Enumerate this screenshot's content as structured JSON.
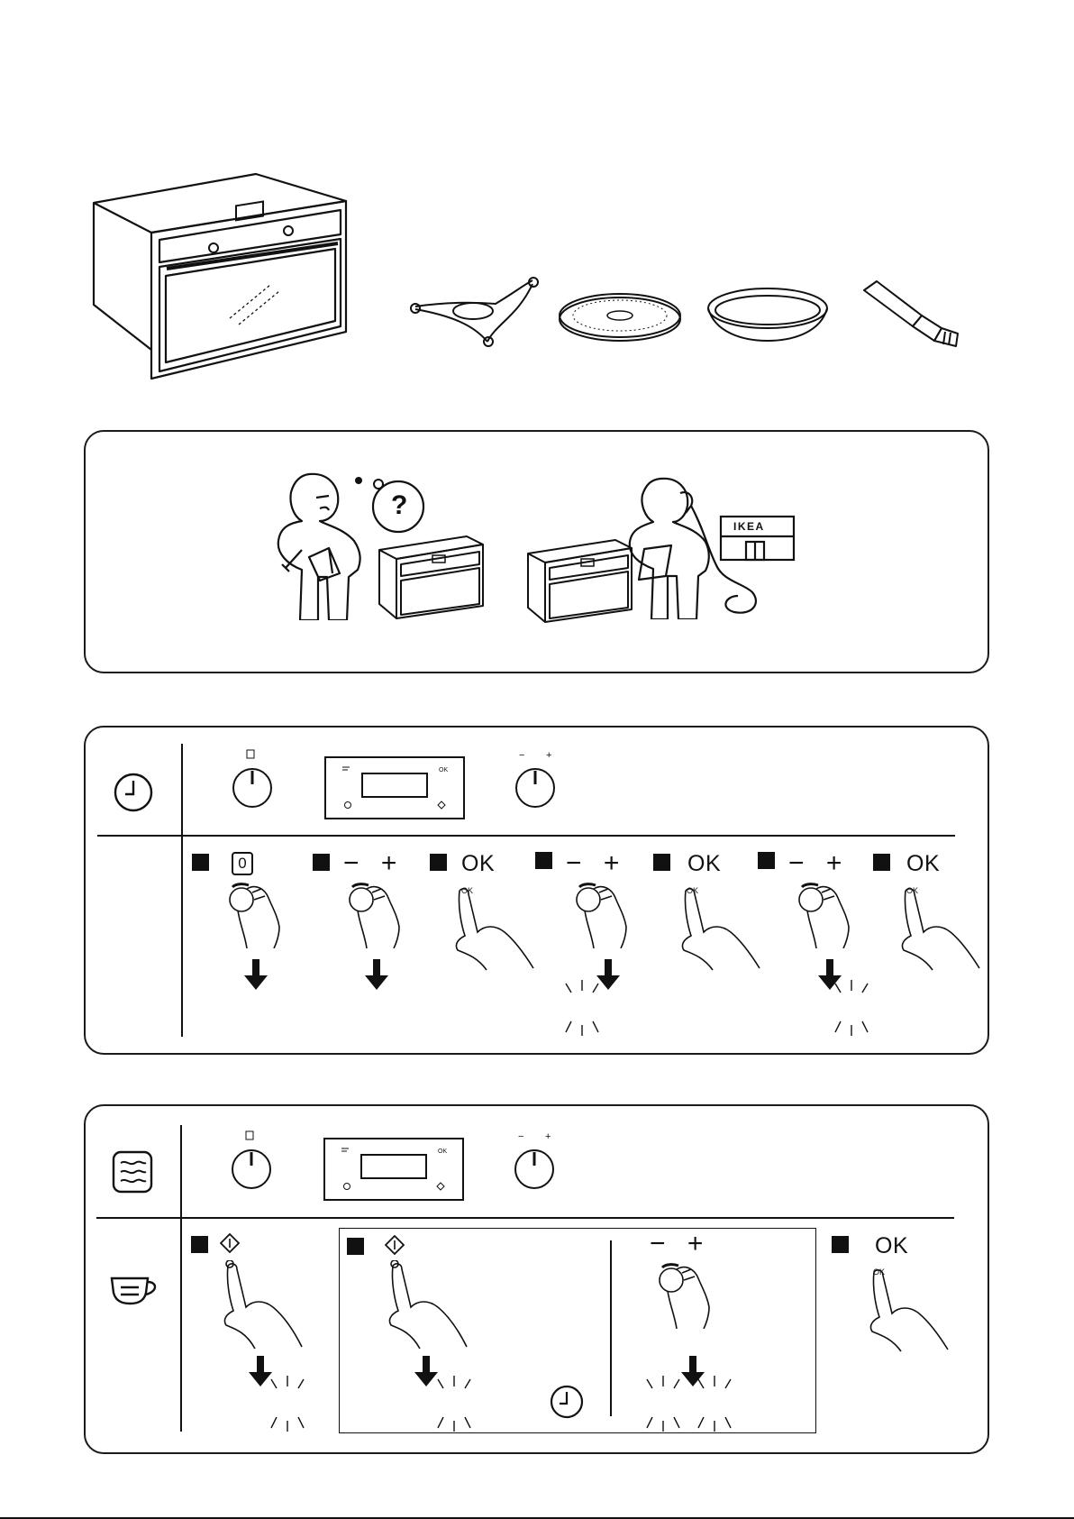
{
  "brand": {
    "name": "IKEA"
  },
  "illustration": {
    "question_mark": "?"
  },
  "clock_panel": {
    "icon": "clock-icon",
    "control": {
      "minus": "−",
      "plus": "+",
      "ok": "OK"
    },
    "steps": [
      {
        "label": "0",
        "action": "reset-button"
      },
      {
        "label": "− +",
        "action": "turn-knob"
      },
      {
        "label": "OK",
        "action": "press-ok"
      },
      {
        "label": "− +",
        "action": "turn-knob"
      },
      {
        "label": "OK",
        "action": "press-ok"
      },
      {
        "label": "− +",
        "action": "turn-knob"
      },
      {
        "label": "OK",
        "action": "press-ok"
      }
    ]
  },
  "microwave_panel": {
    "icon": "microwave-icon",
    "sub_icon": "cup-icon",
    "control": {
      "minus": "−",
      "plus": "+",
      "ok": "OK"
    },
    "steps": [
      {
        "label": "start-icon",
        "action": "press-start"
      },
      {
        "label": "start-icon",
        "action": "press-start"
      },
      {
        "label": "− +",
        "action": "turn-knob"
      },
      {
        "label": "OK",
        "action": "press-ok"
      }
    ]
  },
  "symbols": {
    "ok": "OK",
    "minus": "−",
    "plus": "+",
    "zero": "0"
  }
}
